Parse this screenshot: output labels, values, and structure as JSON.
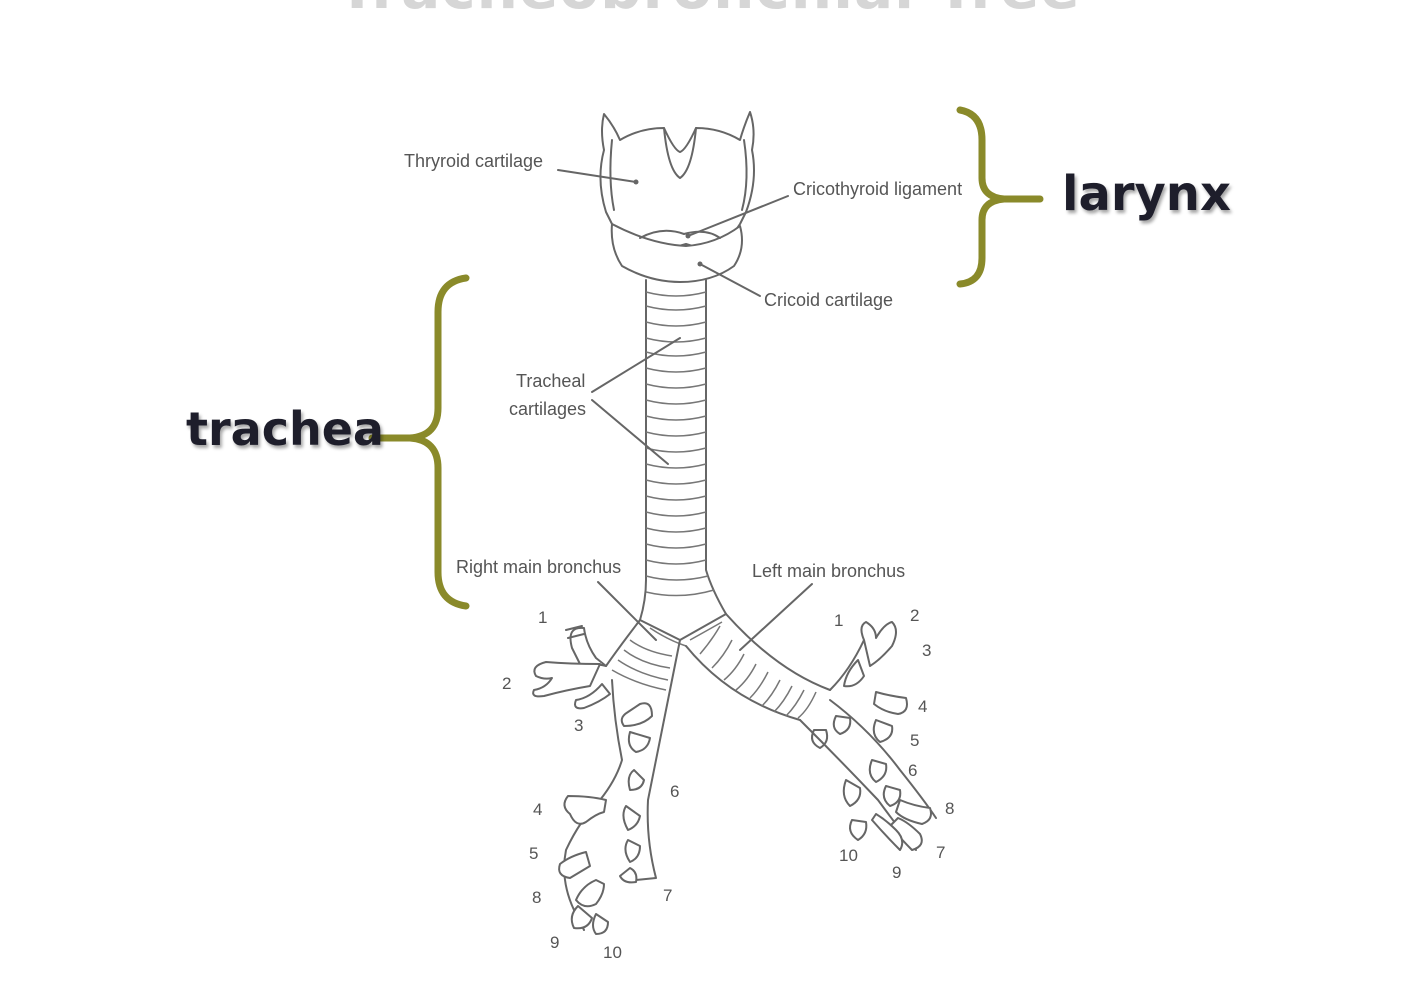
{
  "title": "Tracheobronchial Tree",
  "brackets": {
    "larynx": "larynx",
    "trachea": "trachea"
  },
  "labels": {
    "thyroid_cartilage": "Thryroid cartilage",
    "cricothyroid_ligament": "Cricothyroid ligament",
    "cricoid_cartilage": "Cricoid cartilage",
    "tracheal_cartilages_1": "Tracheal",
    "tracheal_cartilages_2": "cartilages",
    "right_main_bronchus": "Right main bronchus",
    "left_main_bronchus": "Left main bronchus"
  },
  "segments": {
    "right": [
      "1",
      "2",
      "3",
      "4",
      "5",
      "6",
      "7",
      "8",
      "9",
      "10"
    ],
    "left": [
      "1",
      "2",
      "3",
      "4",
      "5",
      "6",
      "7",
      "8",
      "9",
      "10"
    ]
  },
  "colors": {
    "bracket": "#8a8a2a",
    "label_text": "#1e1e2b",
    "drawing": "#666666"
  }
}
